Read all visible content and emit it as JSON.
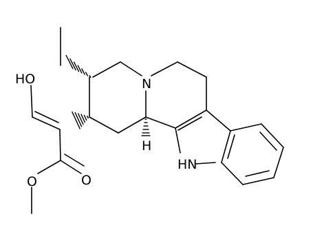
{
  "molecule": {
    "atom_labels": {
      "hydroxyl": "HO",
      "ring_nitrogen": "N",
      "stereo_hydrogen": "H",
      "indole_nh": "HN",
      "carbonyl_oxygen": "O",
      "ester_oxygen": "O"
    },
    "colors": {
      "bond": "#000000",
      "background": "#ffffff"
    }
  }
}
